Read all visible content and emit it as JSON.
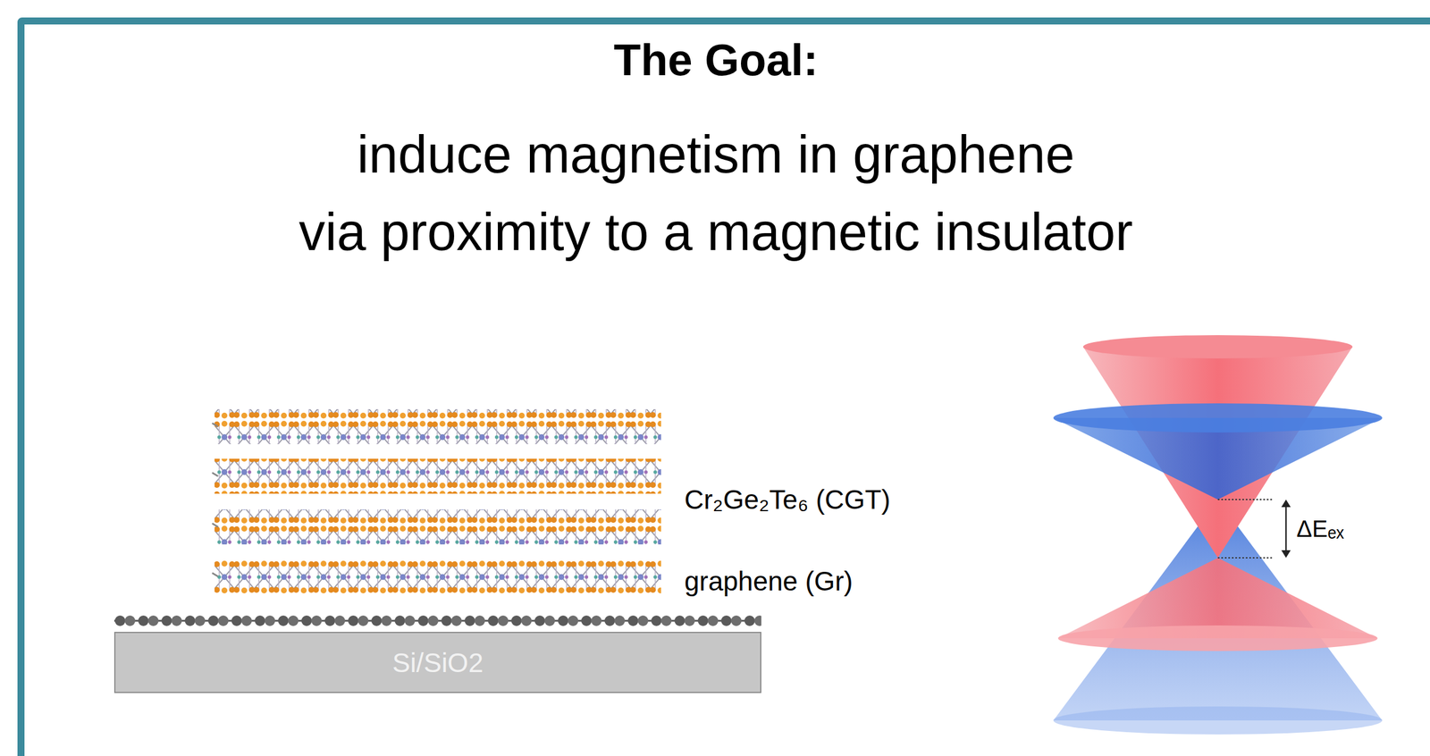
{
  "diagram": {
    "title": "The Goal:",
    "nodes": [
      {
        "text": [
          "Si/SiO2"
        ]
      }
    ],
    "labels": [
      "induce magnetism in graphene via proximity to a magnetic insulator",
      "Cr₂Ge₂Te₆ (CGT)",
      "graphene (Gr)",
      "ΔEₑₓ"
    ]
  }
}
